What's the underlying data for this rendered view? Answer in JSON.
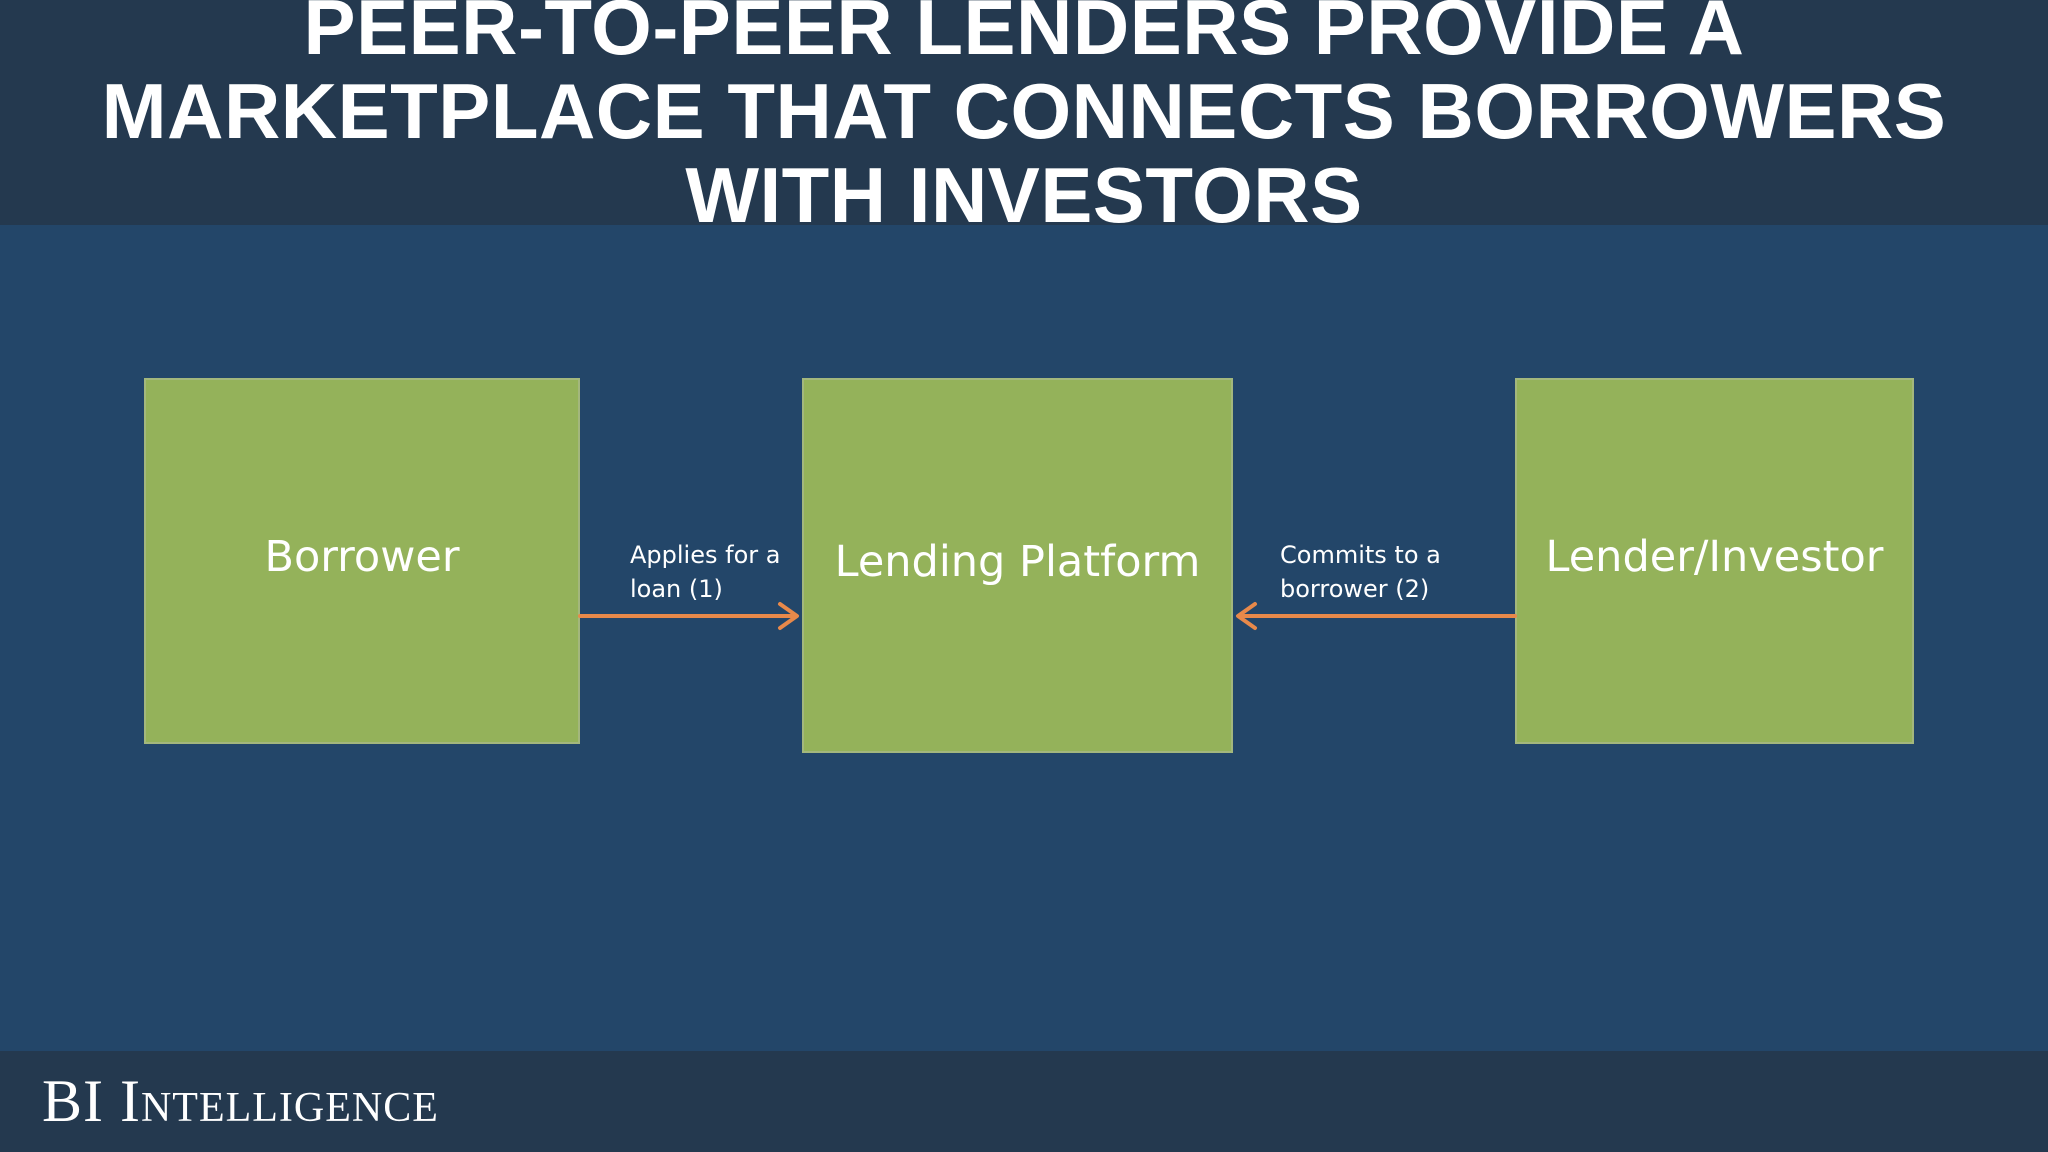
{
  "title": {
    "lines": [
      "PEER-TO-PEER LENDERS PROVIDE A",
      "MARKETPLACE THAT CONNECTS BORROWERS",
      "WITH INVESTORS"
    ]
  },
  "nodes": {
    "borrower": "Borrower",
    "platform": "Lending Platform",
    "lender": "Lender/Investor"
  },
  "edges": [
    {
      "from": "borrower",
      "to": "platform",
      "label_lines": [
        "Applies for a",
        "loan (1)"
      ]
    },
    {
      "from": "lender",
      "to": "platform",
      "label_lines": [
        "Commits to a",
        "borrower (2)"
      ]
    }
  ],
  "footer": {
    "logo": "BI Intelligence"
  },
  "colors": {
    "background": "#234669",
    "title_band": "#24394f",
    "box_fill": "#94b25a",
    "arrow": "#e8894a",
    "text": "#ffffff"
  }
}
